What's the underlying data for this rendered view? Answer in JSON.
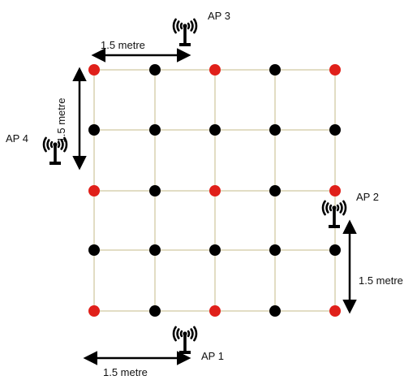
{
  "access_points": [
    {
      "id": "ap1",
      "label": "AP 1",
      "icon": "antenna-icon"
    },
    {
      "id": "ap2",
      "label": "AP 2",
      "icon": "antenna-icon"
    },
    {
      "id": "ap3",
      "label": "AP 3",
      "icon": "antenna-icon"
    },
    {
      "id": "ap4",
      "label": "AP 4",
      "icon": "antenna-icon"
    }
  ],
  "dimensions": {
    "top": "1.5 metre",
    "left": "1.5 metre",
    "right": "1.5 metre",
    "bottom": "1.5 metre"
  },
  "grid": {
    "rows": 5,
    "cols": 5,
    "line_color": "#d8d2b0",
    "red_node_color": "#e0201a",
    "black_node_color": "#000000",
    "red_nodes": [
      [
        0,
        0
      ],
      [
        0,
        2
      ],
      [
        0,
        4
      ],
      [
        2,
        0
      ],
      [
        2,
        2
      ],
      [
        2,
        4
      ],
      [
        4,
        0
      ],
      [
        4,
        2
      ],
      [
        4,
        4
      ]
    ]
  }
}
